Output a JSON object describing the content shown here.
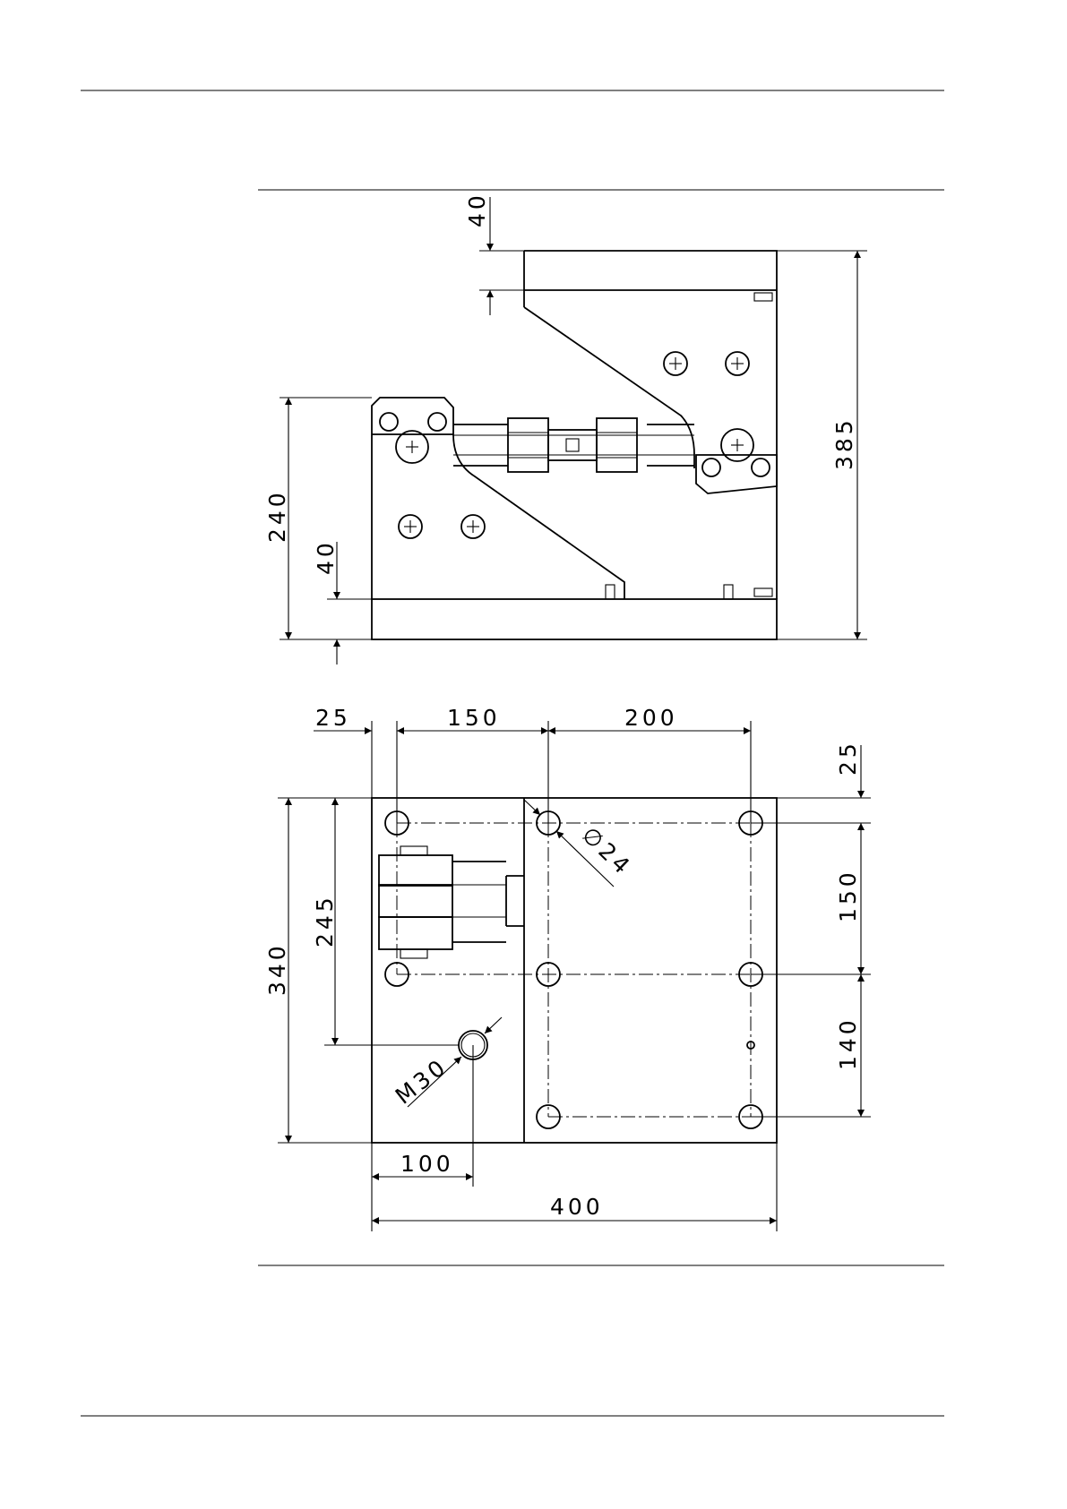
{
  "dimensions": {
    "side_view": {
      "top_plate_thickness": "40",
      "overall_height": "385",
      "left_block_height": "240",
      "base_plate_thickness": "40"
    },
    "top_view": {
      "left_offset": "25",
      "hole_spacing_left": "150",
      "hole_spacing_right": "200",
      "top_offset": "25",
      "row_spacing_upper": "150",
      "row_spacing_lower": "140",
      "overall_depth": "340",
      "thread_position": "245",
      "thread_offset_x": "100",
      "overall_width": "400",
      "hole_diameter": "∅24",
      "thread_size": "M30"
    }
  }
}
